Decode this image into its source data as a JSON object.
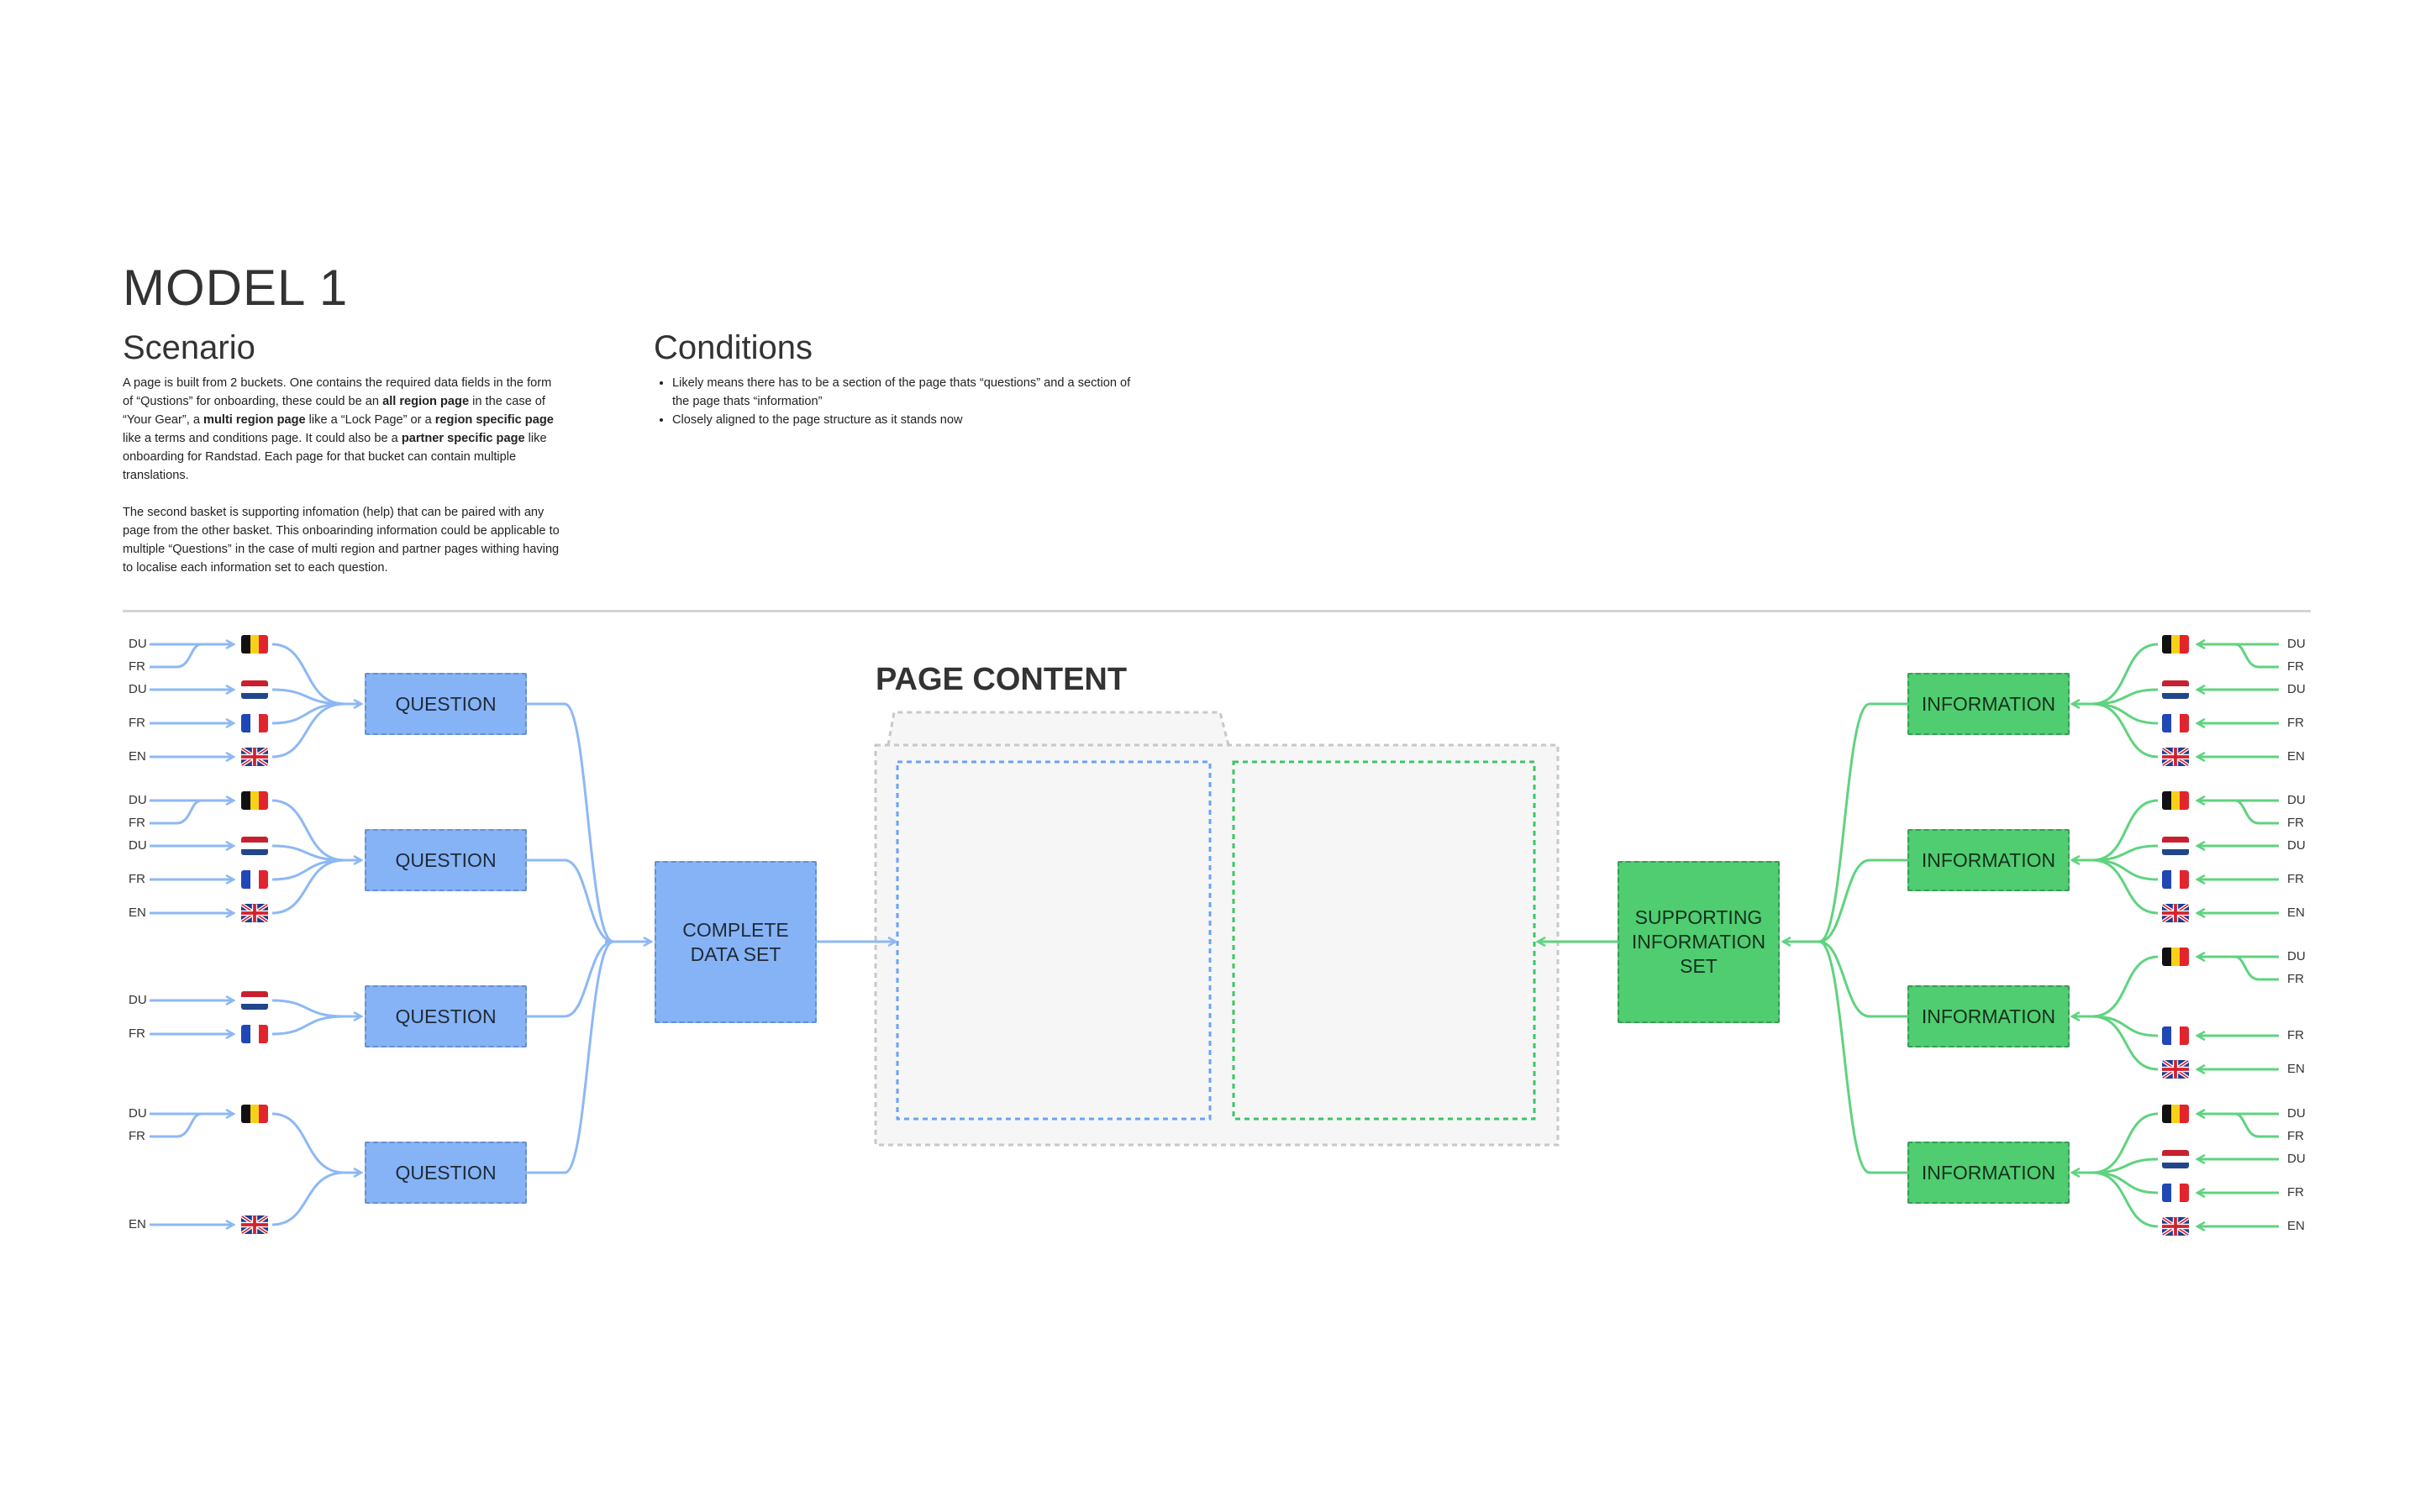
{
  "header": {
    "title": "MODEL 1",
    "scenario_heading": "Scenario",
    "conditions_heading": "Conditions"
  },
  "scenario": {
    "p1": [
      {
        "t": "A page is built from 2 buckets. One contains the required data fields in the form of “Qustions” for onboarding, these could be an ",
        "b": false
      },
      {
        "t": "all region page",
        "b": true
      },
      {
        "t": " in the case of “Your Gear”, a ",
        "b": false
      },
      {
        "t": "multi region page",
        "b": true
      },
      {
        "t": " like a “Lock Page” or a ",
        "b": false
      },
      {
        "t": "region specific page",
        "b": true
      },
      {
        "t": " like a terms and conditions page. It could also be a ",
        "b": false
      },
      {
        "t": "partner specific page",
        "b": true
      },
      {
        "t": " like onboarding for Randstad. Each page for that bucket can contain multiple translations.",
        "b": false
      }
    ],
    "p2": "The second basket is supporting infomation (help) that can be paired with any page from the other basket. This onboarinding information could be applicable to multiple “Questions” in the case of multi region and partner pages withing having to localise each information set to each question."
  },
  "conditions": {
    "items": [
      "Likely means there has to be a section of the page thats “questions” and a section of the page thats “information”",
      "Closely aligned to the page structure as it stands now"
    ]
  },
  "diagram": {
    "page_content_label": "PAGE CONTENT",
    "question_label": "QUESTION",
    "information_label": "INFORMATION",
    "complete_data_set_label": "COMPLETE\nDATA SET",
    "supporting_info_label": "SUPPORTING\nINFORMATION\nSET",
    "question_groups": [
      [
        {
          "lang": "DU",
          "flag": "be"
        },
        {
          "lang": "FR",
          "flag": null
        },
        {
          "lang": "DU",
          "flag": "nl"
        },
        {
          "lang": "FR",
          "flag": "fr"
        },
        {
          "lang": "EN",
          "flag": "uk"
        }
      ],
      [
        {
          "lang": "DU",
          "flag": "be"
        },
        {
          "lang": "FR",
          "flag": null
        },
        {
          "lang": "DU",
          "flag": "nl"
        },
        {
          "lang": "FR",
          "flag": "fr"
        },
        {
          "lang": "EN",
          "flag": "uk"
        }
      ],
      [
        {
          "lang": "DU",
          "flag": "nl"
        },
        {
          "lang": "FR",
          "flag": "fr"
        }
      ],
      [
        {
          "lang": "DU",
          "flag": "be"
        },
        {
          "lang": "FR",
          "flag": null
        },
        {
          "lang": "EN",
          "flag": "uk"
        }
      ]
    ],
    "information_groups": [
      [
        {
          "lang": "DU",
          "flag": "be"
        },
        {
          "lang": "FR",
          "flag": null
        },
        {
          "lang": "DU",
          "flag": "nl"
        },
        {
          "lang": "FR",
          "flag": "fr"
        },
        {
          "lang": "EN",
          "flag": "uk"
        }
      ],
      [
        {
          "lang": "DU",
          "flag": "be"
        },
        {
          "lang": "FR",
          "flag": null
        },
        {
          "lang": "DU",
          "flag": "nl"
        },
        {
          "lang": "FR",
          "flag": "fr"
        },
        {
          "lang": "EN",
          "flag": "uk"
        }
      ],
      [
        {
          "lang": "DU",
          "flag": "be"
        },
        {
          "lang": "FR",
          "flag": null
        },
        {
          "lang": "FR",
          "flag": "fr"
        },
        {
          "lang": "EN",
          "flag": "uk"
        }
      ],
      [
        {
          "lang": "DU",
          "flag": "be"
        },
        {
          "lang": "FR",
          "flag": null
        },
        {
          "lang": "DU",
          "flag": "nl"
        },
        {
          "lang": "FR",
          "flag": "fr"
        },
        {
          "lang": "EN",
          "flag": "uk"
        }
      ]
    ],
    "colors": {
      "blue_box": "#86b3f6",
      "blue_line": "#8db8f5",
      "green_box": "#4fcd70",
      "green_line": "#5fd37f",
      "panel_bg": "#f6f6f6",
      "panel_border": "#c8c8c8"
    }
  }
}
